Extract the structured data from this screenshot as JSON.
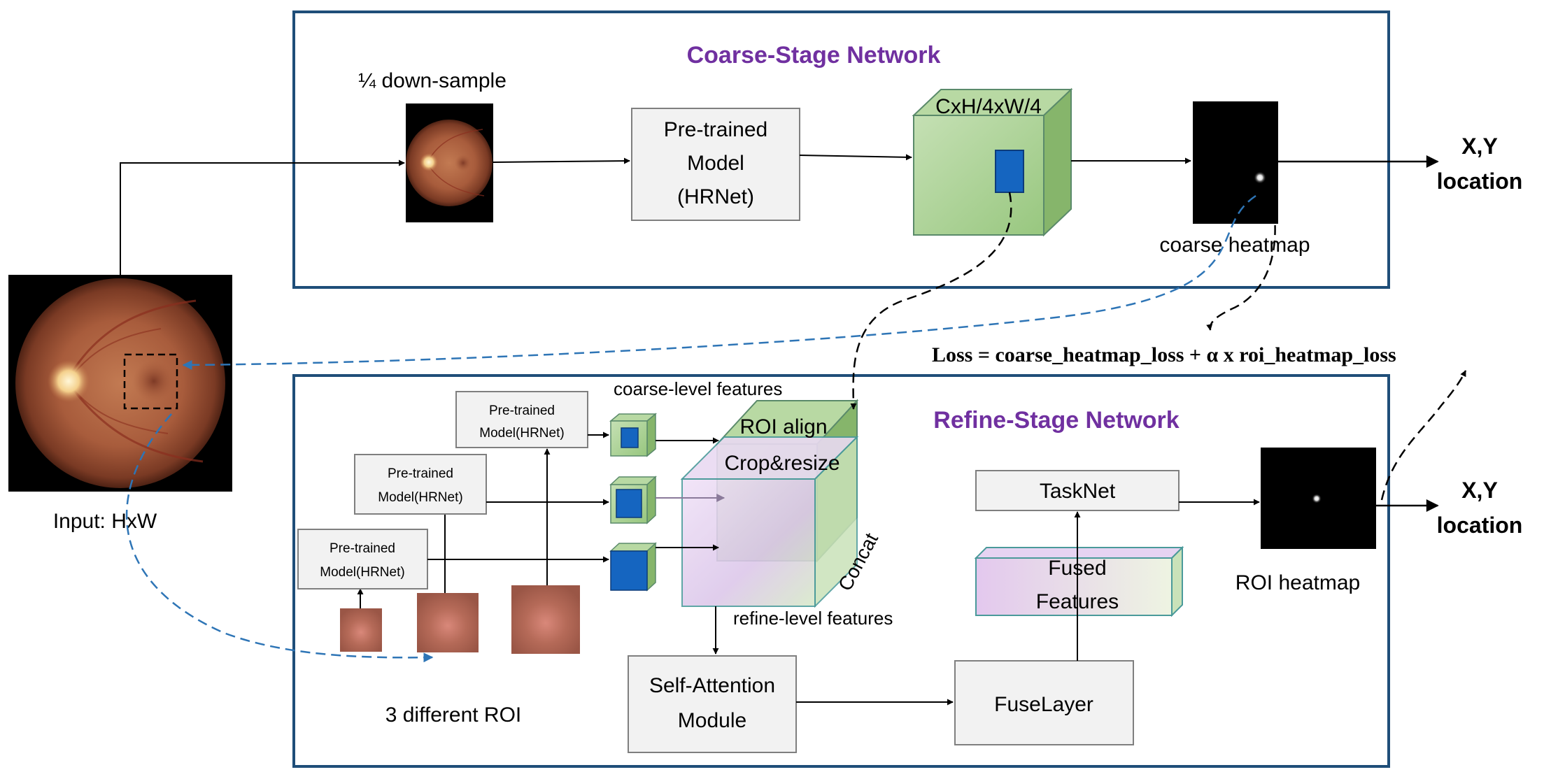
{
  "colors": {
    "stage_border": "#1f4e79",
    "stage_title": "#7030a0",
    "box_fill": "#f2f2f2",
    "box_border": "#7f7f7f",
    "cube_green": "#a9d18e",
    "cube_border": "#5a8a6a",
    "roi_blue": "#1565c0",
    "dashed_teal": "#2e75b6",
    "concat_purple": "#e6d3f2"
  },
  "coarse": {
    "title": "Coarse-Stage Network",
    "downsample_label": "¼ down-sample",
    "model_lines": [
      "Pre-trained",
      "Model",
      "(HRNet)"
    ],
    "feature_label": "CxH/4xW/4",
    "heatmap_label": "coarse heatmap",
    "output_lines": [
      "X,Y",
      "location"
    ]
  },
  "input_label": "Input: HxW",
  "loss_text": "Loss = coarse_heatmap_loss + α x roi_heatmap_loss",
  "refine": {
    "title": "Refine-Stage Network",
    "model_top": [
      "Pre-trained",
      "Model(HRNet)"
    ],
    "model_mid": [
      "Pre-trained",
      "Model(HRNet)"
    ],
    "model_bottom": [
      "Pre-trained",
      "Model(HRNet)"
    ],
    "coarse_features_label": "coarse-level features",
    "roi_align_label": "ROI align",
    "crop_resize_label": "Crop&resize",
    "concat_label": "Concat",
    "refine_features_label": "refine-level features",
    "roi_label": "3 different ROI",
    "attention_lines": [
      "Self-Attention",
      "Module"
    ],
    "fuse_layer_label": "FuseLayer",
    "fused_features_lines": [
      "Fused",
      "Features"
    ],
    "tasknet_label": "TaskNet",
    "roi_heatmap_label": "ROI heatmap",
    "output_lines": [
      "X,Y",
      "location"
    ]
  }
}
